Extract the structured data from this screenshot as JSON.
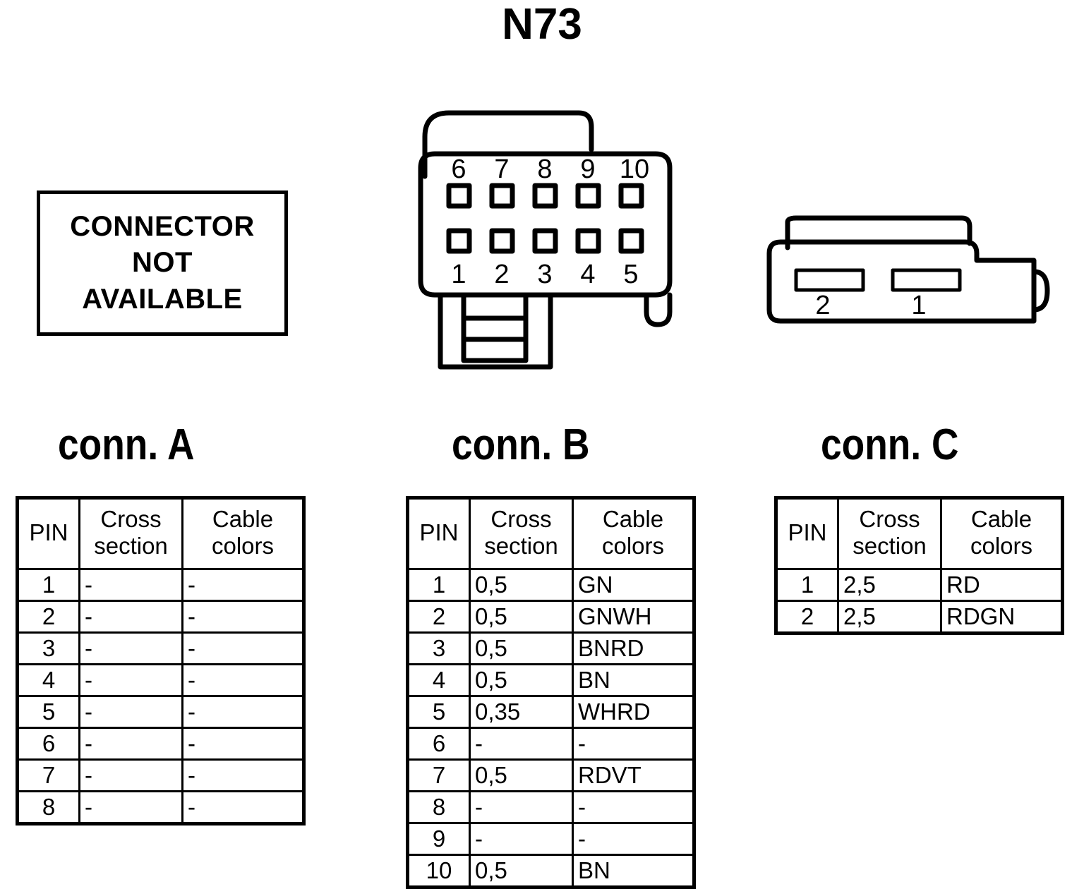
{
  "title": "N73",
  "not_available_box": {
    "line1": "CONNECTOR",
    "line2": "NOT",
    "line3": "AVAILABLE"
  },
  "connector_b_drawing": {
    "top_pin_labels": [
      "6",
      "7",
      "8",
      "9",
      "10"
    ],
    "bottom_pin_labels": [
      "1",
      "2",
      "3",
      "4",
      "5"
    ]
  },
  "connector_c_drawing": {
    "pin_labels": [
      "2",
      "1"
    ]
  },
  "headings": {
    "conn_a": "conn. A",
    "conn_b": "conn. B",
    "conn_c": "conn. C"
  },
  "table_headers": {
    "pin": "PIN",
    "cross_section_line1": "Cross",
    "cross_section_line2": "section",
    "cable_colors_line1": "Cable",
    "cable_colors_line2": "colors"
  },
  "conn_a_rows": [
    {
      "pin": "1",
      "cross_section": "-",
      "cable_colors": "-"
    },
    {
      "pin": "2",
      "cross_section": "-",
      "cable_colors": "-"
    },
    {
      "pin": "3",
      "cross_section": "-",
      "cable_colors": "-"
    },
    {
      "pin": "4",
      "cross_section": "-",
      "cable_colors": "-"
    },
    {
      "pin": "5",
      "cross_section": "-",
      "cable_colors": "-"
    },
    {
      "pin": "6",
      "cross_section": "-",
      "cable_colors": "-"
    },
    {
      "pin": "7",
      "cross_section": "-",
      "cable_colors": "-"
    },
    {
      "pin": "8",
      "cross_section": "-",
      "cable_colors": "-"
    }
  ],
  "conn_b_rows": [
    {
      "pin": "1",
      "cross_section": "0,5",
      "cable_colors": "GN"
    },
    {
      "pin": "2",
      "cross_section": "0,5",
      "cable_colors": "GNWH"
    },
    {
      "pin": "3",
      "cross_section": "0,5",
      "cable_colors": "BNRD"
    },
    {
      "pin": "4",
      "cross_section": "0,5",
      "cable_colors": "BN"
    },
    {
      "pin": "5",
      "cross_section": "0,35",
      "cable_colors": "WHRD"
    },
    {
      "pin": "6",
      "cross_section": "-",
      "cable_colors": "-"
    },
    {
      "pin": "7",
      "cross_section": "0,5",
      "cable_colors": "RDVT"
    },
    {
      "pin": "8",
      "cross_section": "-",
      "cable_colors": "-"
    },
    {
      "pin": "9",
      "cross_section": "-",
      "cable_colors": "-"
    },
    {
      "pin": "10",
      "cross_section": "0,5",
      "cable_colors": "BN"
    }
  ],
  "conn_c_rows": [
    {
      "pin": "1",
      "cross_section": "2,5",
      "cable_colors": "RD"
    },
    {
      "pin": "2",
      "cross_section": "2,5",
      "cable_colors": "RDGN"
    }
  ],
  "colors": {
    "ink": "#000000",
    "paper": "#ffffff"
  }
}
